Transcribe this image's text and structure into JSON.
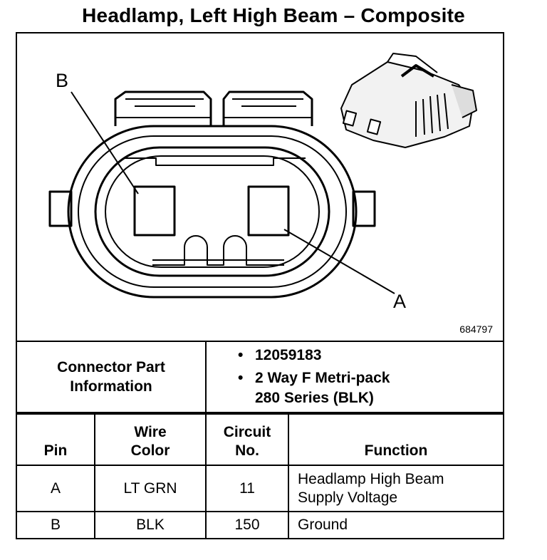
{
  "title": "Headlamp, Left High Beam – Composite",
  "diagram": {
    "callouts": [
      "B",
      "A"
    ],
    "ref_number": "684797"
  },
  "connector_info": {
    "label_line1": "Connector Part",
    "label_line2": "Information",
    "bullets": [
      {
        "text": "12059183"
      },
      {
        "line1": "2 Way F Metri-pack",
        "line2": "280 Series (BLK)"
      }
    ],
    "bullet_glyph": "•"
  },
  "pin_table": {
    "headers": {
      "pin": "Pin",
      "wire_line1": "Wire",
      "wire_line2": "Color",
      "circuit_line1": "Circuit",
      "circuit_line2": "No.",
      "function": "Function"
    },
    "rows": [
      {
        "pin": "A",
        "wire_color": "LT GRN",
        "circuit": "11",
        "function_line1": "Headlamp High Beam",
        "function_line2": "Supply Voltage"
      },
      {
        "pin": "B",
        "wire_color": "BLK",
        "circuit": "150",
        "function_line1": "Ground",
        "function_line2": ""
      }
    ]
  }
}
